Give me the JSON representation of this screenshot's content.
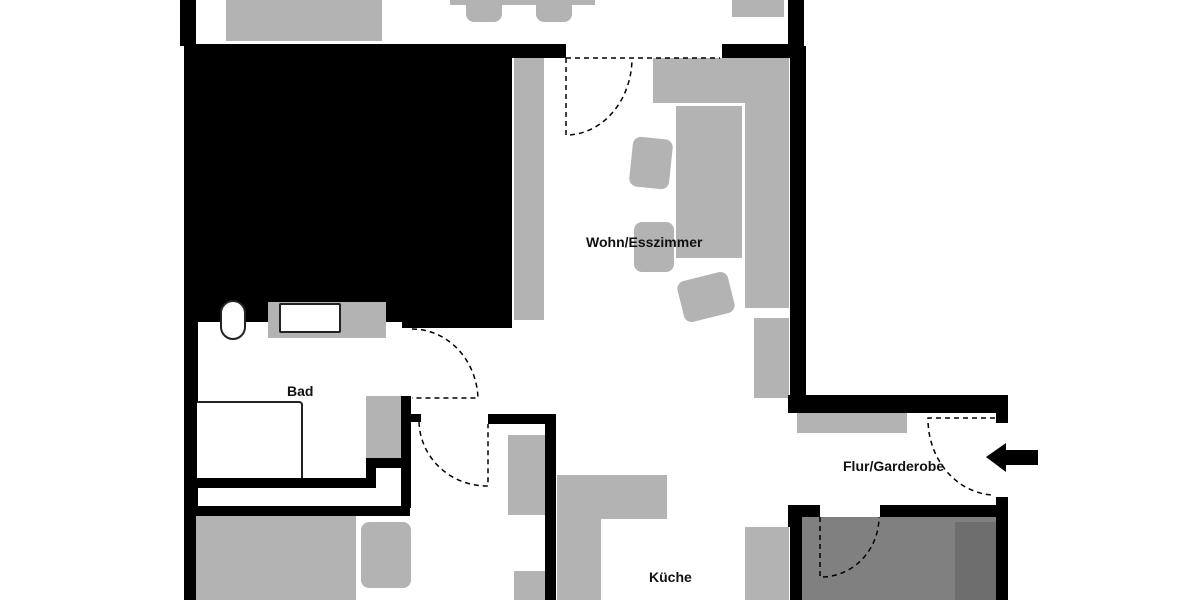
{
  "plan": {
    "rooms": [
      {
        "id": "wohn",
        "label": "Wohn/Esszimmer"
      },
      {
        "id": "bad",
        "label": "Bad"
      },
      {
        "id": "flur",
        "label": "Flur/Garderobe"
      },
      {
        "id": "kueche",
        "label": "Küche"
      }
    ],
    "entrance_marker": "entrance-arrow",
    "colors": {
      "wall": "#000000",
      "furniture": "#b3b3b3",
      "storage_room": "#808080",
      "storage_shelf": "#6e6e6e",
      "background": "#ffffff"
    }
  }
}
